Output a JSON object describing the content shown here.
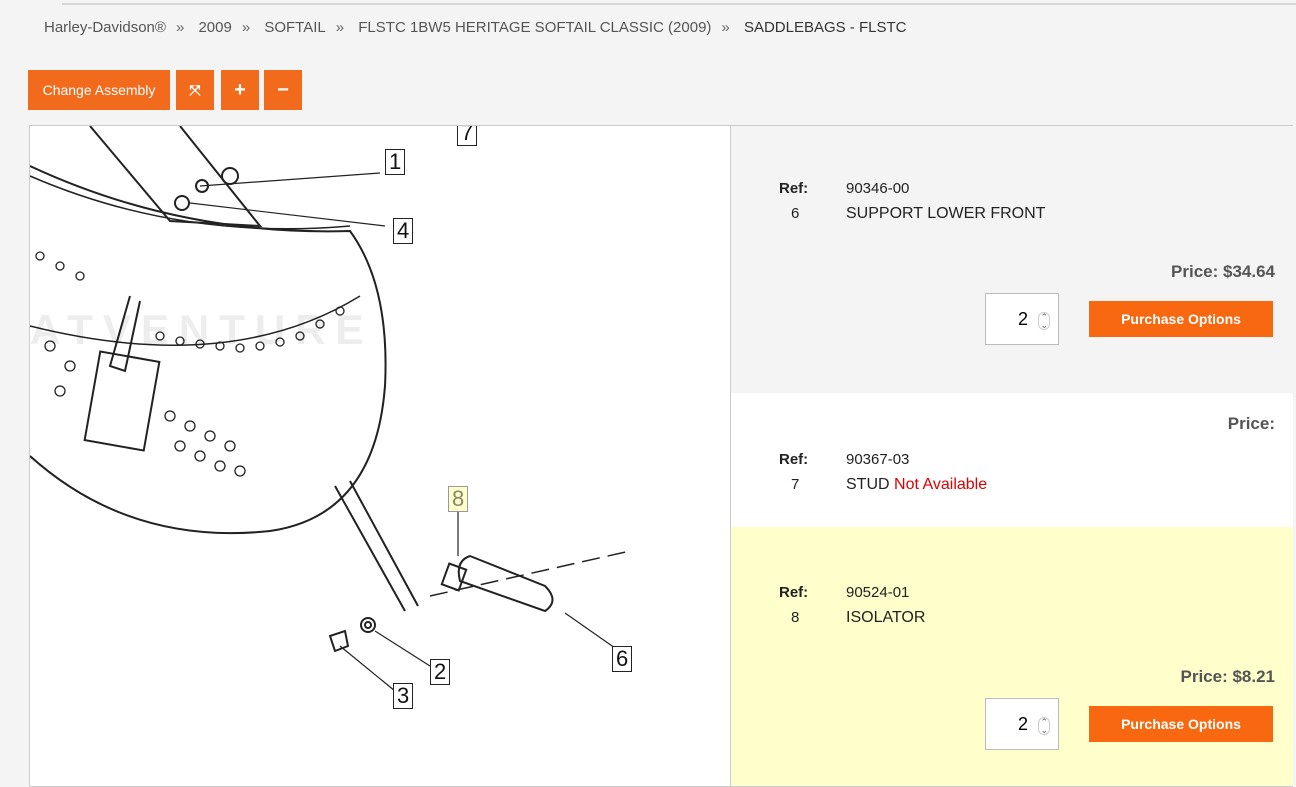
{
  "breadcrumb": [
    "Harley-Davidson®",
    "2009",
    "SOFTAIL",
    "FLSTC 1BW5 HERITAGE SOFTAIL CLASSIC (2009)",
    "SADDLEBAGS - FLSTC"
  ],
  "breadcrumb_separator": "»",
  "toolbar": {
    "change_assembly": "Change Assembly",
    "fit": "⤧",
    "zoom_in": "+",
    "zoom_out": "−"
  },
  "diagram": {
    "callouts": [
      "1",
      "4",
      "7",
      "8",
      "2",
      "3",
      "6"
    ],
    "watermark": "ATVENTURE"
  },
  "parts": [
    {
      "ref_label": "Ref:",
      "ref": "6",
      "part_number": "90346-00",
      "description": "SUPPORT LOWER FRONT",
      "status": "",
      "price": "Price: $34.64",
      "qty": "2",
      "button": "Purchase Options"
    },
    {
      "ref_label": "Ref:",
      "ref": "7",
      "part_number": "90367-03",
      "description": "STUD",
      "status": "Not Available",
      "price": "Price:"
    },
    {
      "ref_label": "Ref:",
      "ref": "8",
      "part_number": "90524-01",
      "description": "ISOLATOR",
      "status": "",
      "price": "Price: $8.21",
      "qty": "2",
      "button": "Purchase Options"
    }
  ],
  "colors": {
    "accent": "#f26b1d",
    "highlight_row": "#ffffcc",
    "not_available": "#dd0000"
  }
}
